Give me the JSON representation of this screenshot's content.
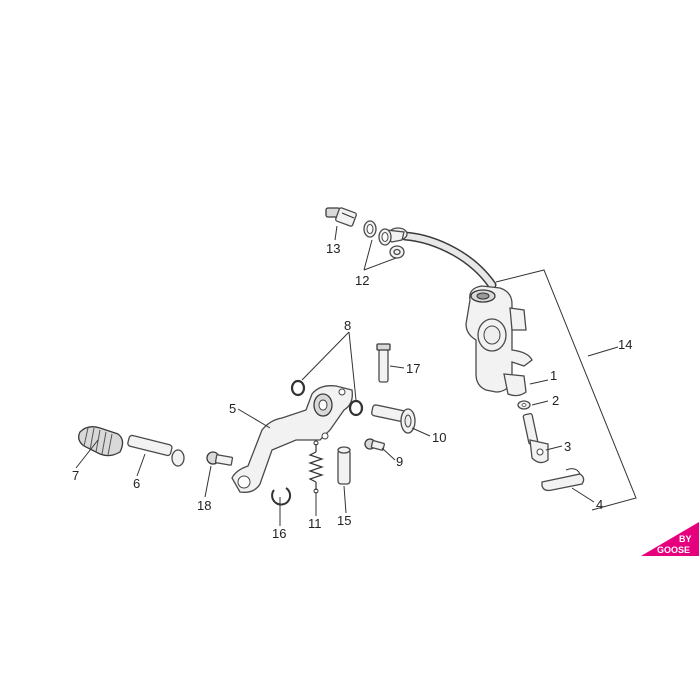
{
  "diagram": {
    "callouts": [
      {
        "id": "c1",
        "text": "1"
      },
      {
        "id": "c2",
        "text": "2"
      },
      {
        "id": "c3",
        "text": "3"
      },
      {
        "id": "c4",
        "text": "4"
      },
      {
        "id": "c5",
        "text": "5"
      },
      {
        "id": "c6",
        "text": "6"
      },
      {
        "id": "c7",
        "text": "7"
      },
      {
        "id": "c8",
        "text": "8"
      },
      {
        "id": "c9",
        "text": "9"
      },
      {
        "id": "c10",
        "text": "10"
      },
      {
        "id": "c11",
        "text": "11"
      },
      {
        "id": "c12",
        "text": "12"
      },
      {
        "id": "c13",
        "text": "13"
      },
      {
        "id": "c14",
        "text": "14"
      },
      {
        "id": "c15",
        "text": "15"
      },
      {
        "id": "c16",
        "text": "16"
      },
      {
        "id": "c17",
        "text": "17"
      },
      {
        "id": "c18",
        "text": "18"
      }
    ],
    "logo": {
      "top": "BY",
      "bottom": "GOOSE",
      "color": "#e6007e"
    }
  }
}
